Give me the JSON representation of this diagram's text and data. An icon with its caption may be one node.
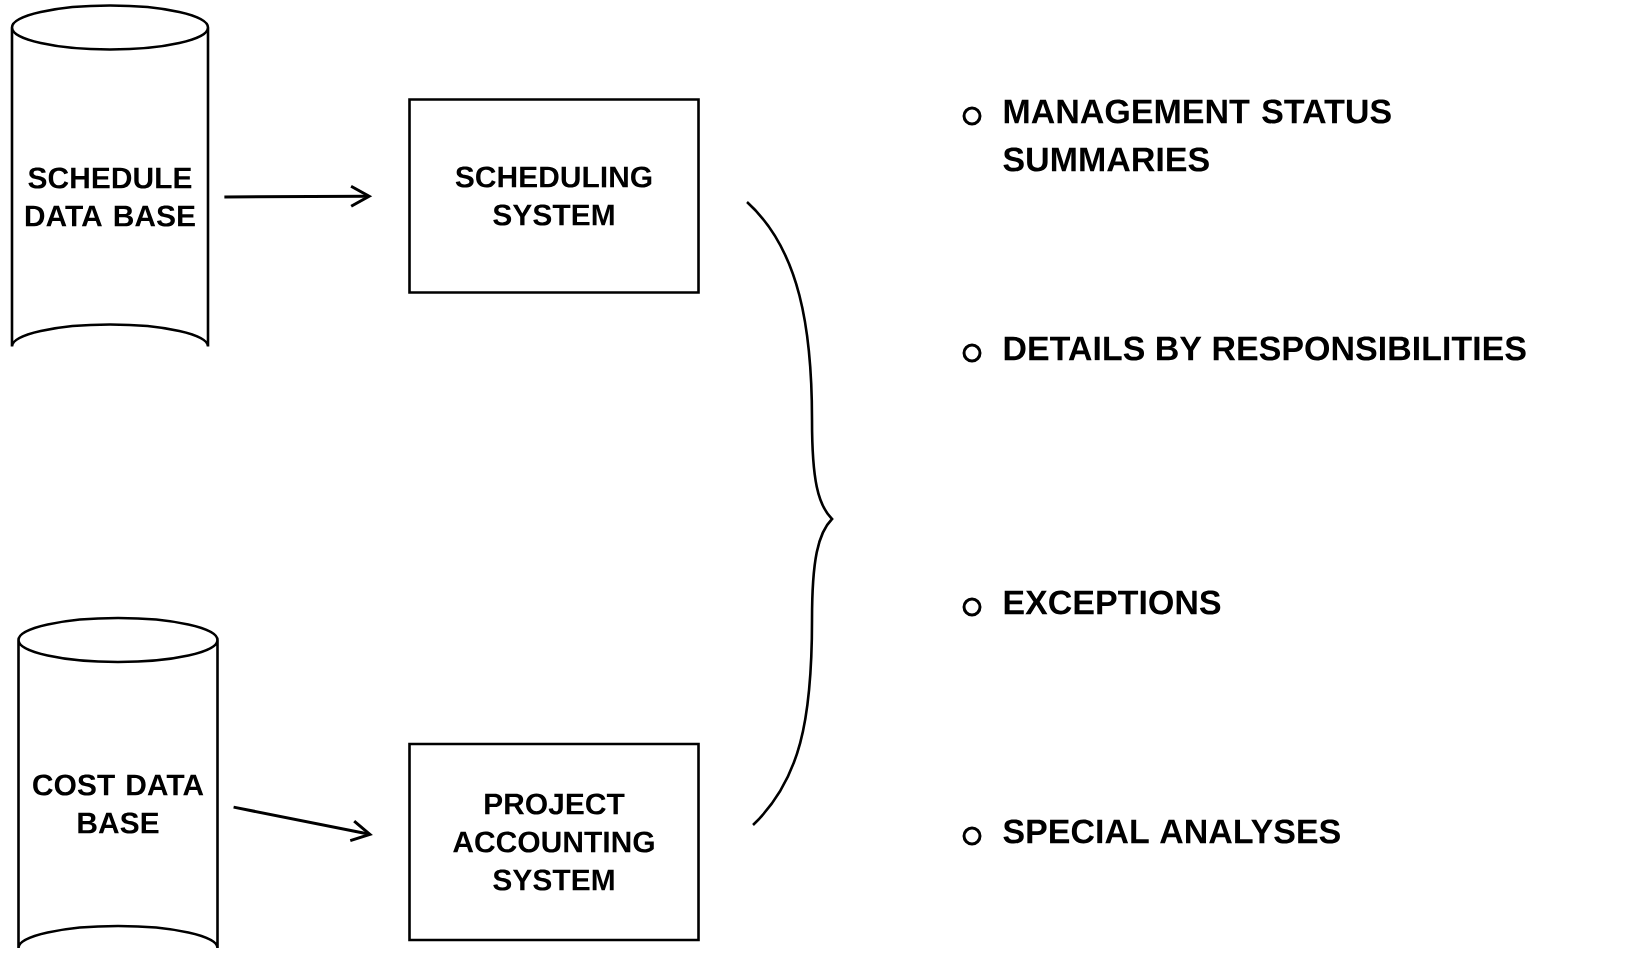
{
  "diagram": {
    "nodes": [
      {
        "text": [
          "SCHEDULE DATA BASE"
        ]
      },
      {
        "text": [
          "SCHEDULING SYSTEM"
        ]
      },
      {
        "text": [
          "COST DATA BASE"
        ]
      },
      {
        "text": [
          "PROJECT ACCOUNTING SYSTEM"
        ]
      }
    ],
    "edges": [
      {
        "from": 0,
        "to": 1,
        "arrow": "to"
      },
      {
        "from": 2,
        "to": 3,
        "arrow": "to"
      }
    ],
    "labels": [
      "MANAGEMENT STATUS SUMMARIES",
      "DETAILS BY RESPONSIBILITIES",
      "EXCEPTIONS",
      "SPECIAL ANALYSES"
    ]
  }
}
